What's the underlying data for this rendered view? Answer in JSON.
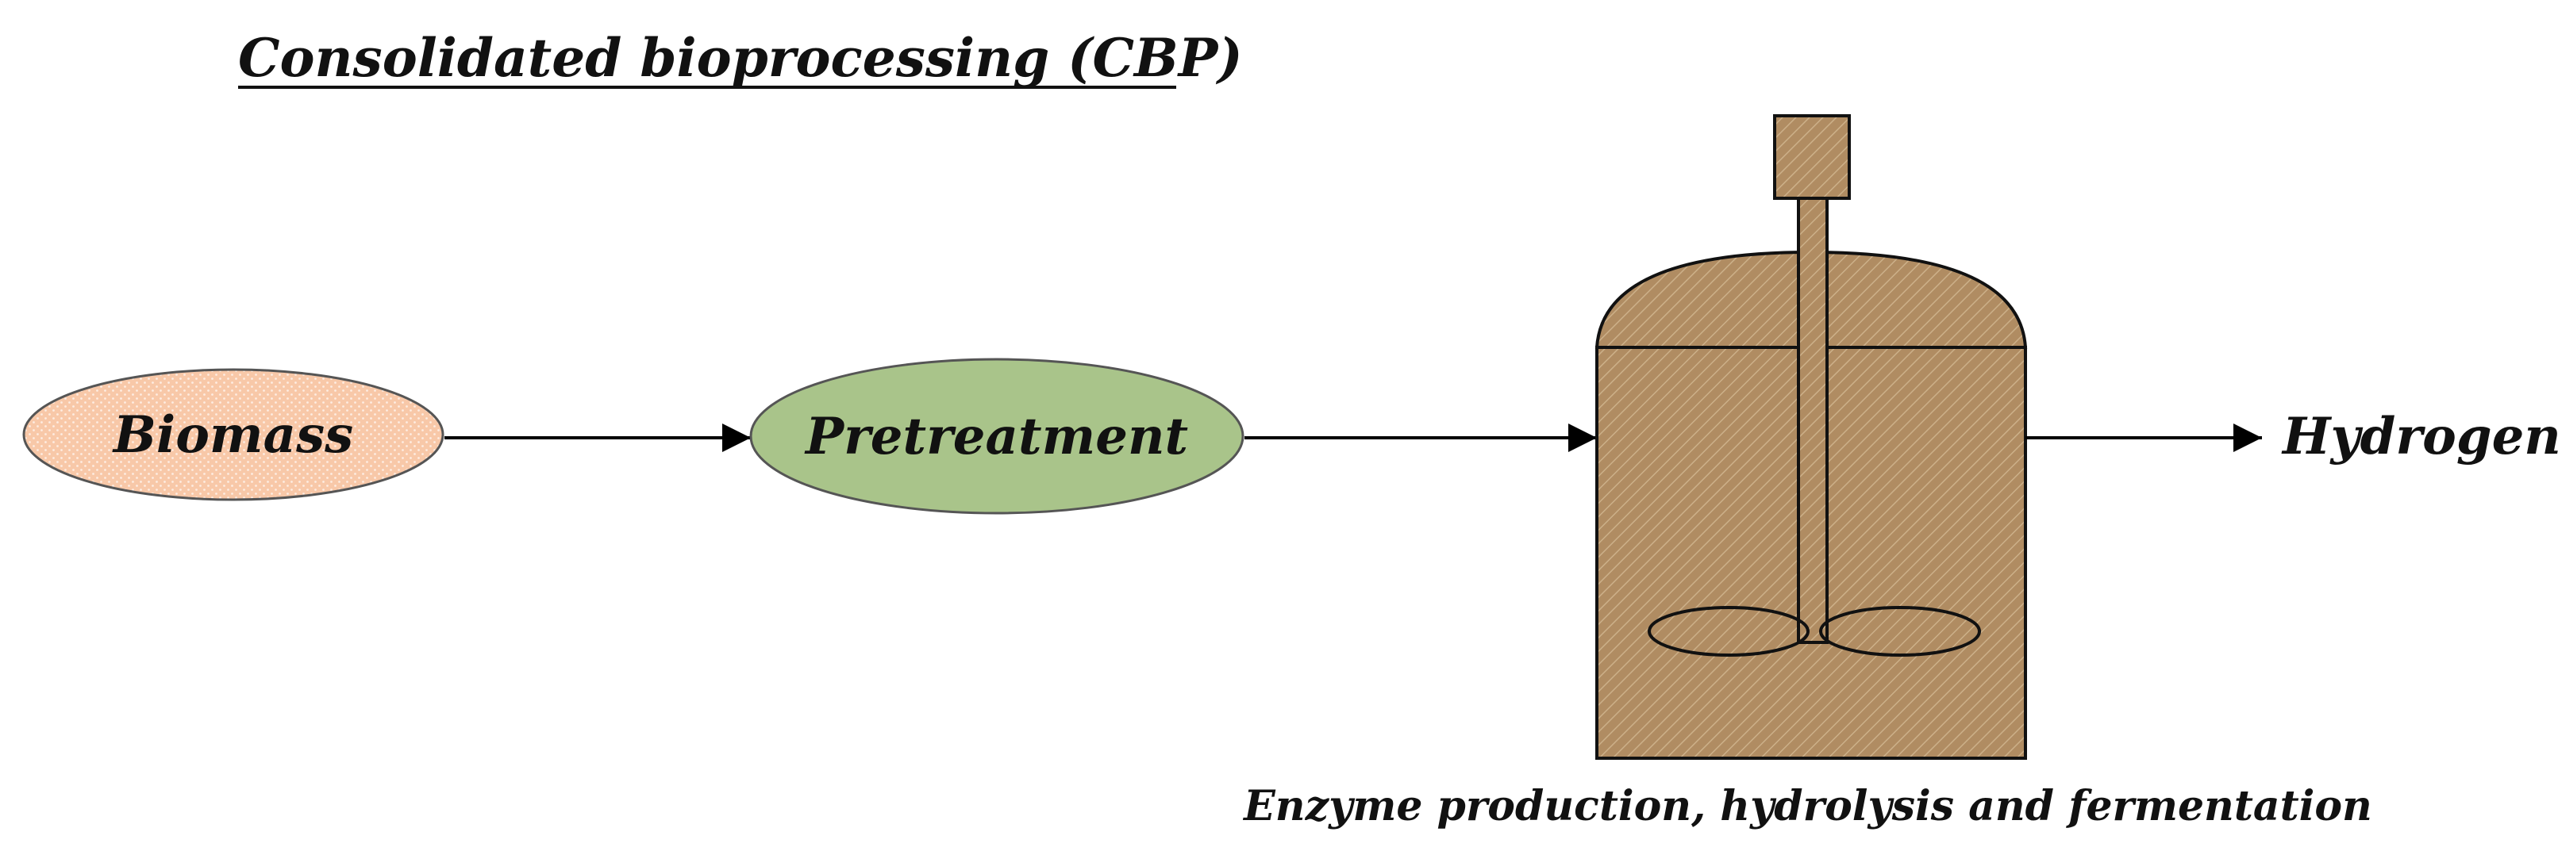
{
  "title": "Consolidated bioprocessing (CBP)",
  "nodes": {
    "biomass": {
      "label": "Biomass",
      "fill": "#f8c8a8"
    },
    "pretreatment": {
      "label": "Pretreatment",
      "fill": "#a9c48a"
    },
    "reactor": {
      "caption": "Enzyme production, hydrolysis and fermentation",
      "fill": "#b08c62"
    },
    "output": {
      "label": "Hydrogen"
    }
  },
  "flow_sequence": [
    "Biomass",
    "Pretreatment",
    "Reactor",
    "Hydrogen"
  ]
}
